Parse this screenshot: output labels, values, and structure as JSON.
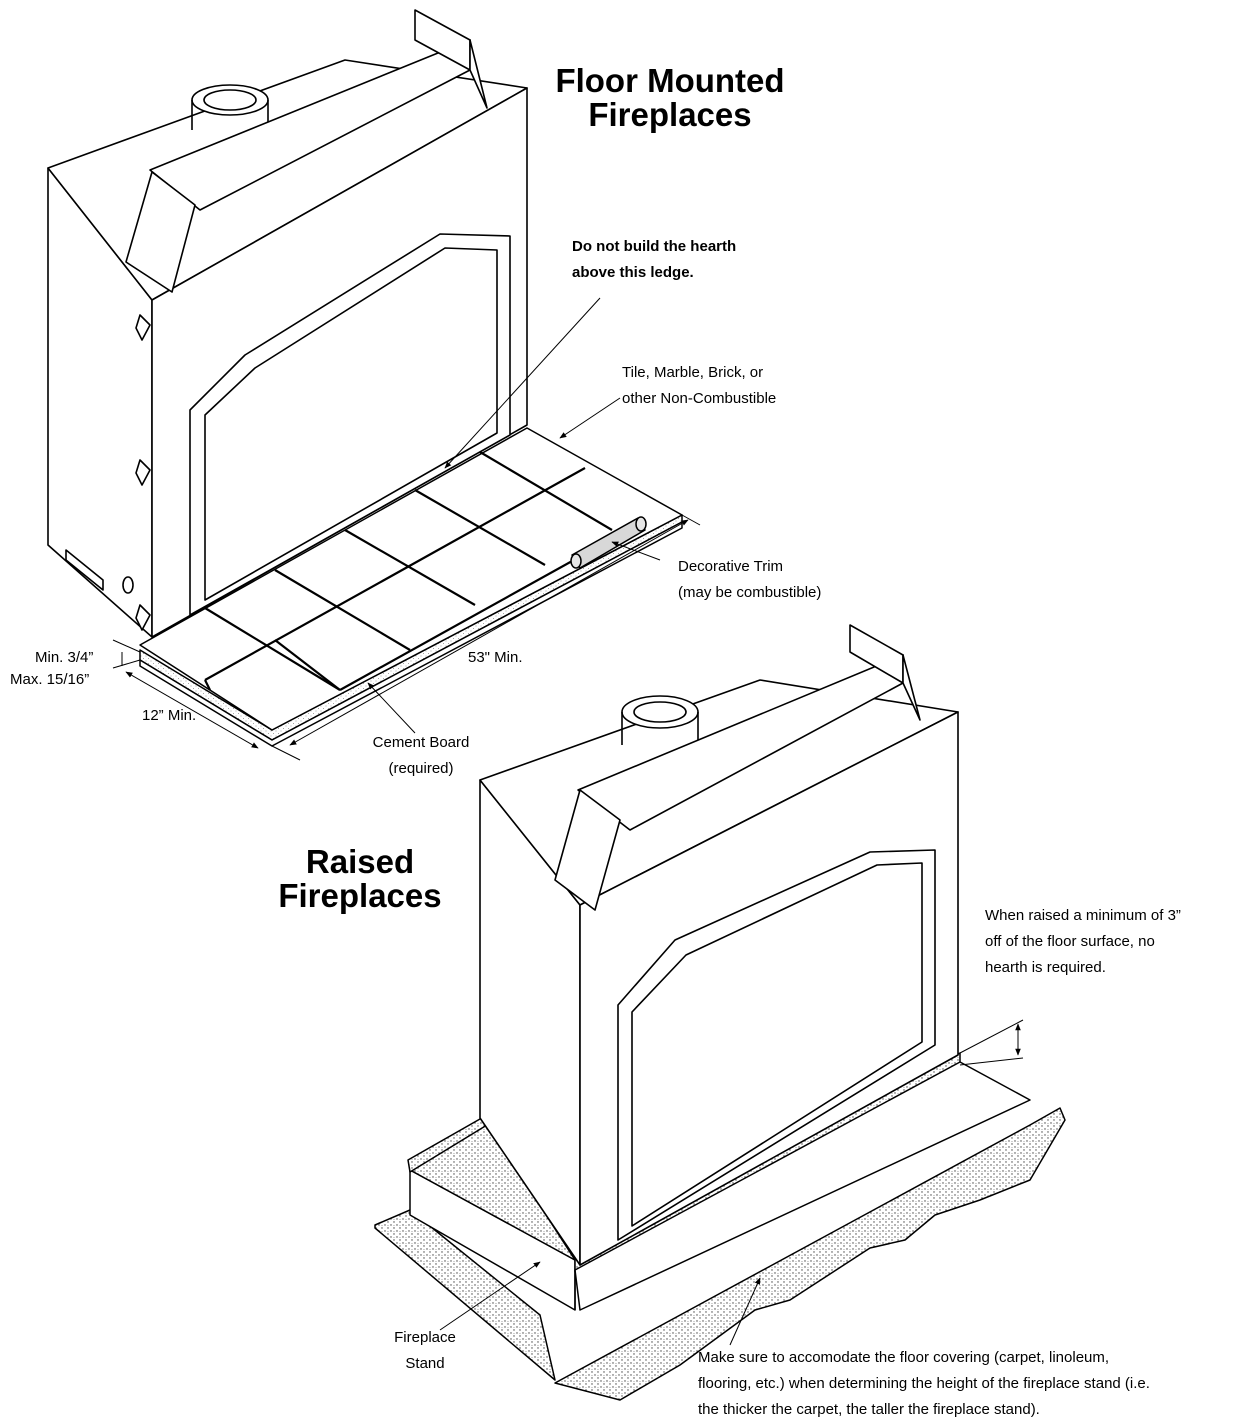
{
  "floor_section": {
    "title_line1": "Floor Mounted",
    "title_line2": "Fireplaces",
    "ledge_note_line1": "Do not build the hearth",
    "ledge_note_line2": "above this ledge.",
    "tile_note_line1": "Tile, Marble, Brick, or",
    "tile_note_line2": "other Non-Combustible",
    "trim_note_line1": "Decorative Trim",
    "trim_note_line2": "(may be combustible)",
    "min_thickness": "Min. 3/4”",
    "max_thickness": "Max. 15/16”",
    "depth_min": "12” Min.",
    "width_min": "53\" Min.",
    "cement_line1": "Cement Board",
    "cement_line2": "(required)"
  },
  "raised_section": {
    "title_line1": "Raised",
    "title_line2": "Fireplaces",
    "raised_note_line1": "When raised a minimum of 3”",
    "raised_note_line2": "off of the floor surface, no",
    "raised_note_line3": "hearth is required.",
    "stand_line1": "Fireplace",
    "stand_line2": "Stand",
    "covering_line1": "Make sure to accomodate the floor covering (carpet, linoleum,",
    "covering_line2": "flooring, etc.) when determining the height of the fireplace stand (i.e.",
    "covering_line3": "the thicker the carpet, the taller the fireplace stand)."
  }
}
